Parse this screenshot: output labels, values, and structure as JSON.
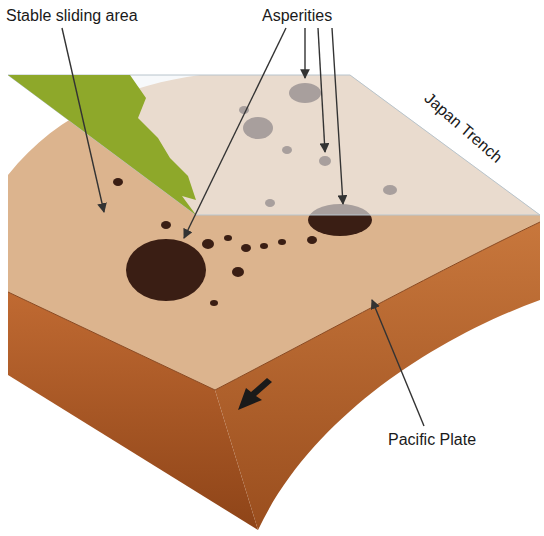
{
  "diagram": {
    "labels": [
      "Stable sliding area",
      "Asperities",
      "Japan Trench",
      "Pacific Plate"
    ]
  }
}
